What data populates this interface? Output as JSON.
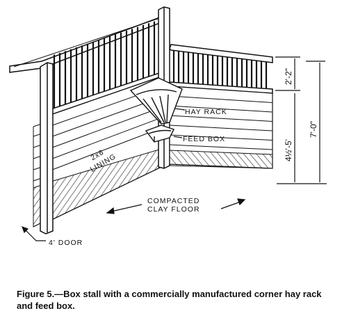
{
  "labels": {
    "hay_rack": "HAY RACK",
    "feed_box": "FEED BOX",
    "lining_line1": "2x6",
    "lining_line2": "LINING",
    "floor_line1": "COMPACTED",
    "floor_line2": "CLAY FLOOR",
    "door": "4' DOOR"
  },
  "dimensions": {
    "top_section": "2'-2\"",
    "lining_height": "4½'-5'",
    "total_height": "7'-0\""
  },
  "caption": "Figure 5.—Box stall with a commercially manufactured corner hay rack and feed box."
}
